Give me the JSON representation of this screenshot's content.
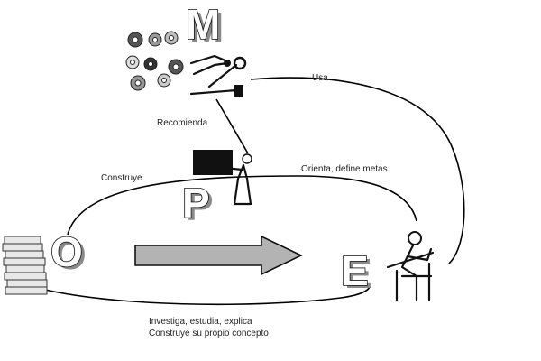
{
  "nodes": {
    "m": {
      "letter": "M"
    },
    "p": {
      "letter": "P"
    },
    "o": {
      "letter": "O"
    },
    "e": {
      "letter": "E"
    }
  },
  "edges": {
    "recomienda": "Recomienda",
    "usa": "Usa",
    "construye": "Construye",
    "orienta": "Orienta, define metas",
    "bottom_line1": "Investiga, estudia, explica",
    "bottom_line2": "Construye su propio concepto"
  },
  "icons": [
    "gears-icon",
    "tools-icon",
    "teacher-icon",
    "books-icon",
    "student-desk-icon",
    "arrow-right-icon"
  ],
  "colors": {
    "arrow_fill": "#b3b3b3",
    "shadow": "#8a8a8a",
    "line": "#000000"
  }
}
